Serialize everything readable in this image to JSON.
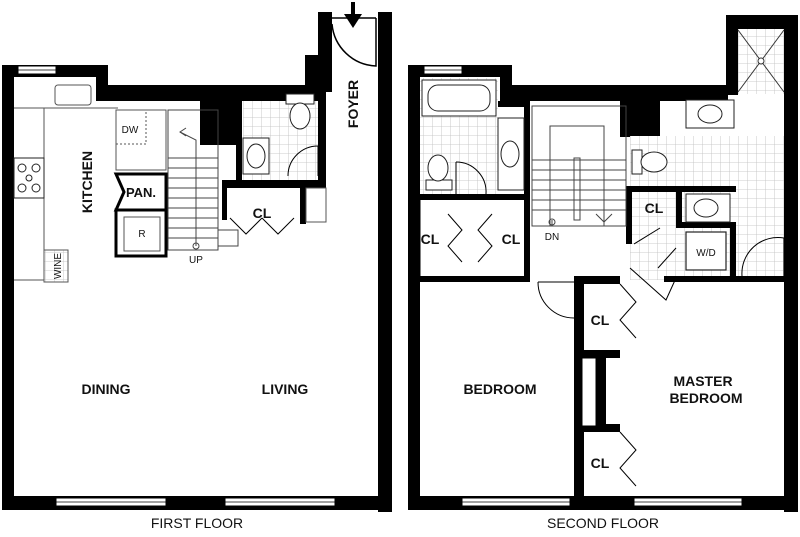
{
  "floors": [
    {
      "caption": "FIRST FLOOR",
      "rooms": {
        "kitchen": "KITCHEN",
        "dining": "DINING",
        "living": "LIVING",
        "foyer": "FOYER",
        "closet": "CL",
        "pantry": "PAN.",
        "dishwasher": "DW",
        "refrigerator": "R",
        "wine": "WINE",
        "stairs_direction": "UP"
      }
    },
    {
      "caption": "SECOND FLOOR",
      "rooms": {
        "bedroom": "BEDROOM",
        "master_bedroom_line1": "MASTER",
        "master_bedroom_line2": "BEDROOM",
        "closet": "CL",
        "washer_dryer": "W/D",
        "stairs_direction": "DN"
      }
    }
  ],
  "colors": {
    "wall": "#000000",
    "tile_grid": "#bdbdbd",
    "fixture": "#555555",
    "background": "#ffffff"
  },
  "icons": [
    "entry-arrow-icon",
    "sink-icon",
    "toilet-icon",
    "bathtub-icon",
    "stove-icon",
    "shower-icon",
    "window-icon",
    "door-swing-icon"
  ]
}
